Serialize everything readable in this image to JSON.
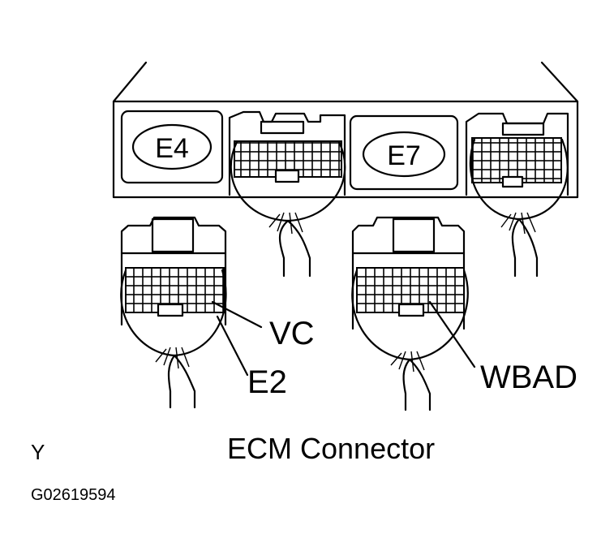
{
  "ecm": {
    "socket_left_label": "E4",
    "socket_right_label": "E7"
  },
  "callouts": {
    "vc": "VC",
    "e2": "E2",
    "wbad": "WBAD"
  },
  "caption": {
    "title": "ECM Connector",
    "corner_mark": "Y",
    "figure_id": "G02619594"
  }
}
